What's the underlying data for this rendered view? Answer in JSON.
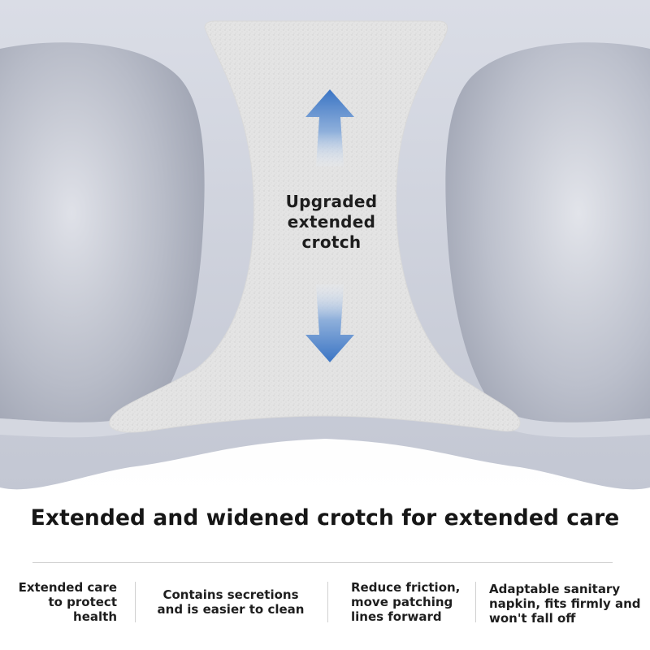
{
  "product": {
    "crotch_label_lines": [
      "Upgraded",
      "extended",
      "crotch"
    ]
  },
  "headline": "Extended and widened crotch for extended care",
  "features": [
    {
      "lines": [
        "Extended care",
        "to protect",
        "health"
      ]
    },
    {
      "lines": [
        "Contains secretions",
        "and is easier to clean"
      ]
    },
    {
      "lines": [
        "Reduce friction,",
        "move patching",
        "lines forward"
      ]
    },
    {
      "lines": [
        "Adaptable sanitary",
        "napkin, fits firmly and",
        "won't fall off"
      ]
    }
  ],
  "icons": {
    "up_arrow": "up-arrow-icon",
    "down_arrow": "down-arrow-icon"
  },
  "colors": {
    "fabric": "#c9cdd8",
    "cotton": "#e2e2e2",
    "arrow": "#3a74c4",
    "text": "#1d1d1d"
  }
}
